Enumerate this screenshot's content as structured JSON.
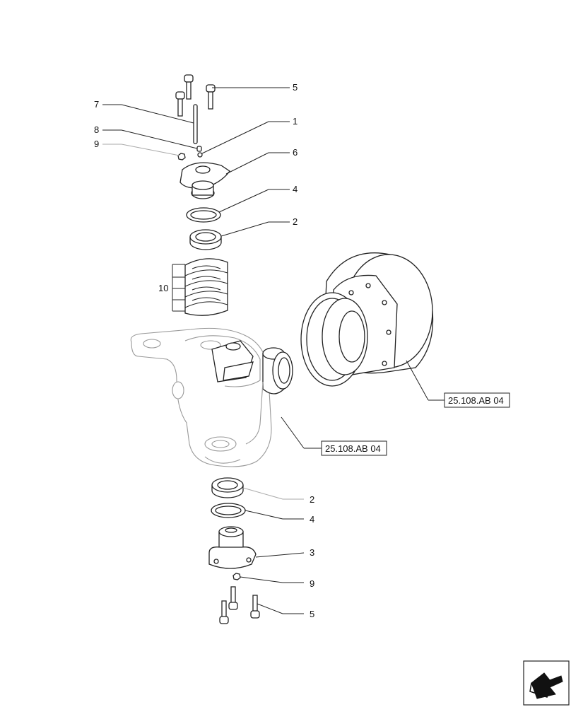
{
  "callouts": {
    "c1": "1",
    "c2_top": "2",
    "c2_bottom": "2",
    "c3": "3",
    "c4_top": "4",
    "c4_bottom": "4",
    "c5_top": "5",
    "c5_bottom": "5",
    "c6": "6",
    "c7": "7",
    "c8": "8",
    "c9_top": "9",
    "c9_bottom": "9",
    "c10": "10"
  },
  "references": {
    "hub_ref": "25.108.AB 04",
    "drum_ref": "25.108.AB 04"
  },
  "nav_icon": "next-page-arrow-icon"
}
